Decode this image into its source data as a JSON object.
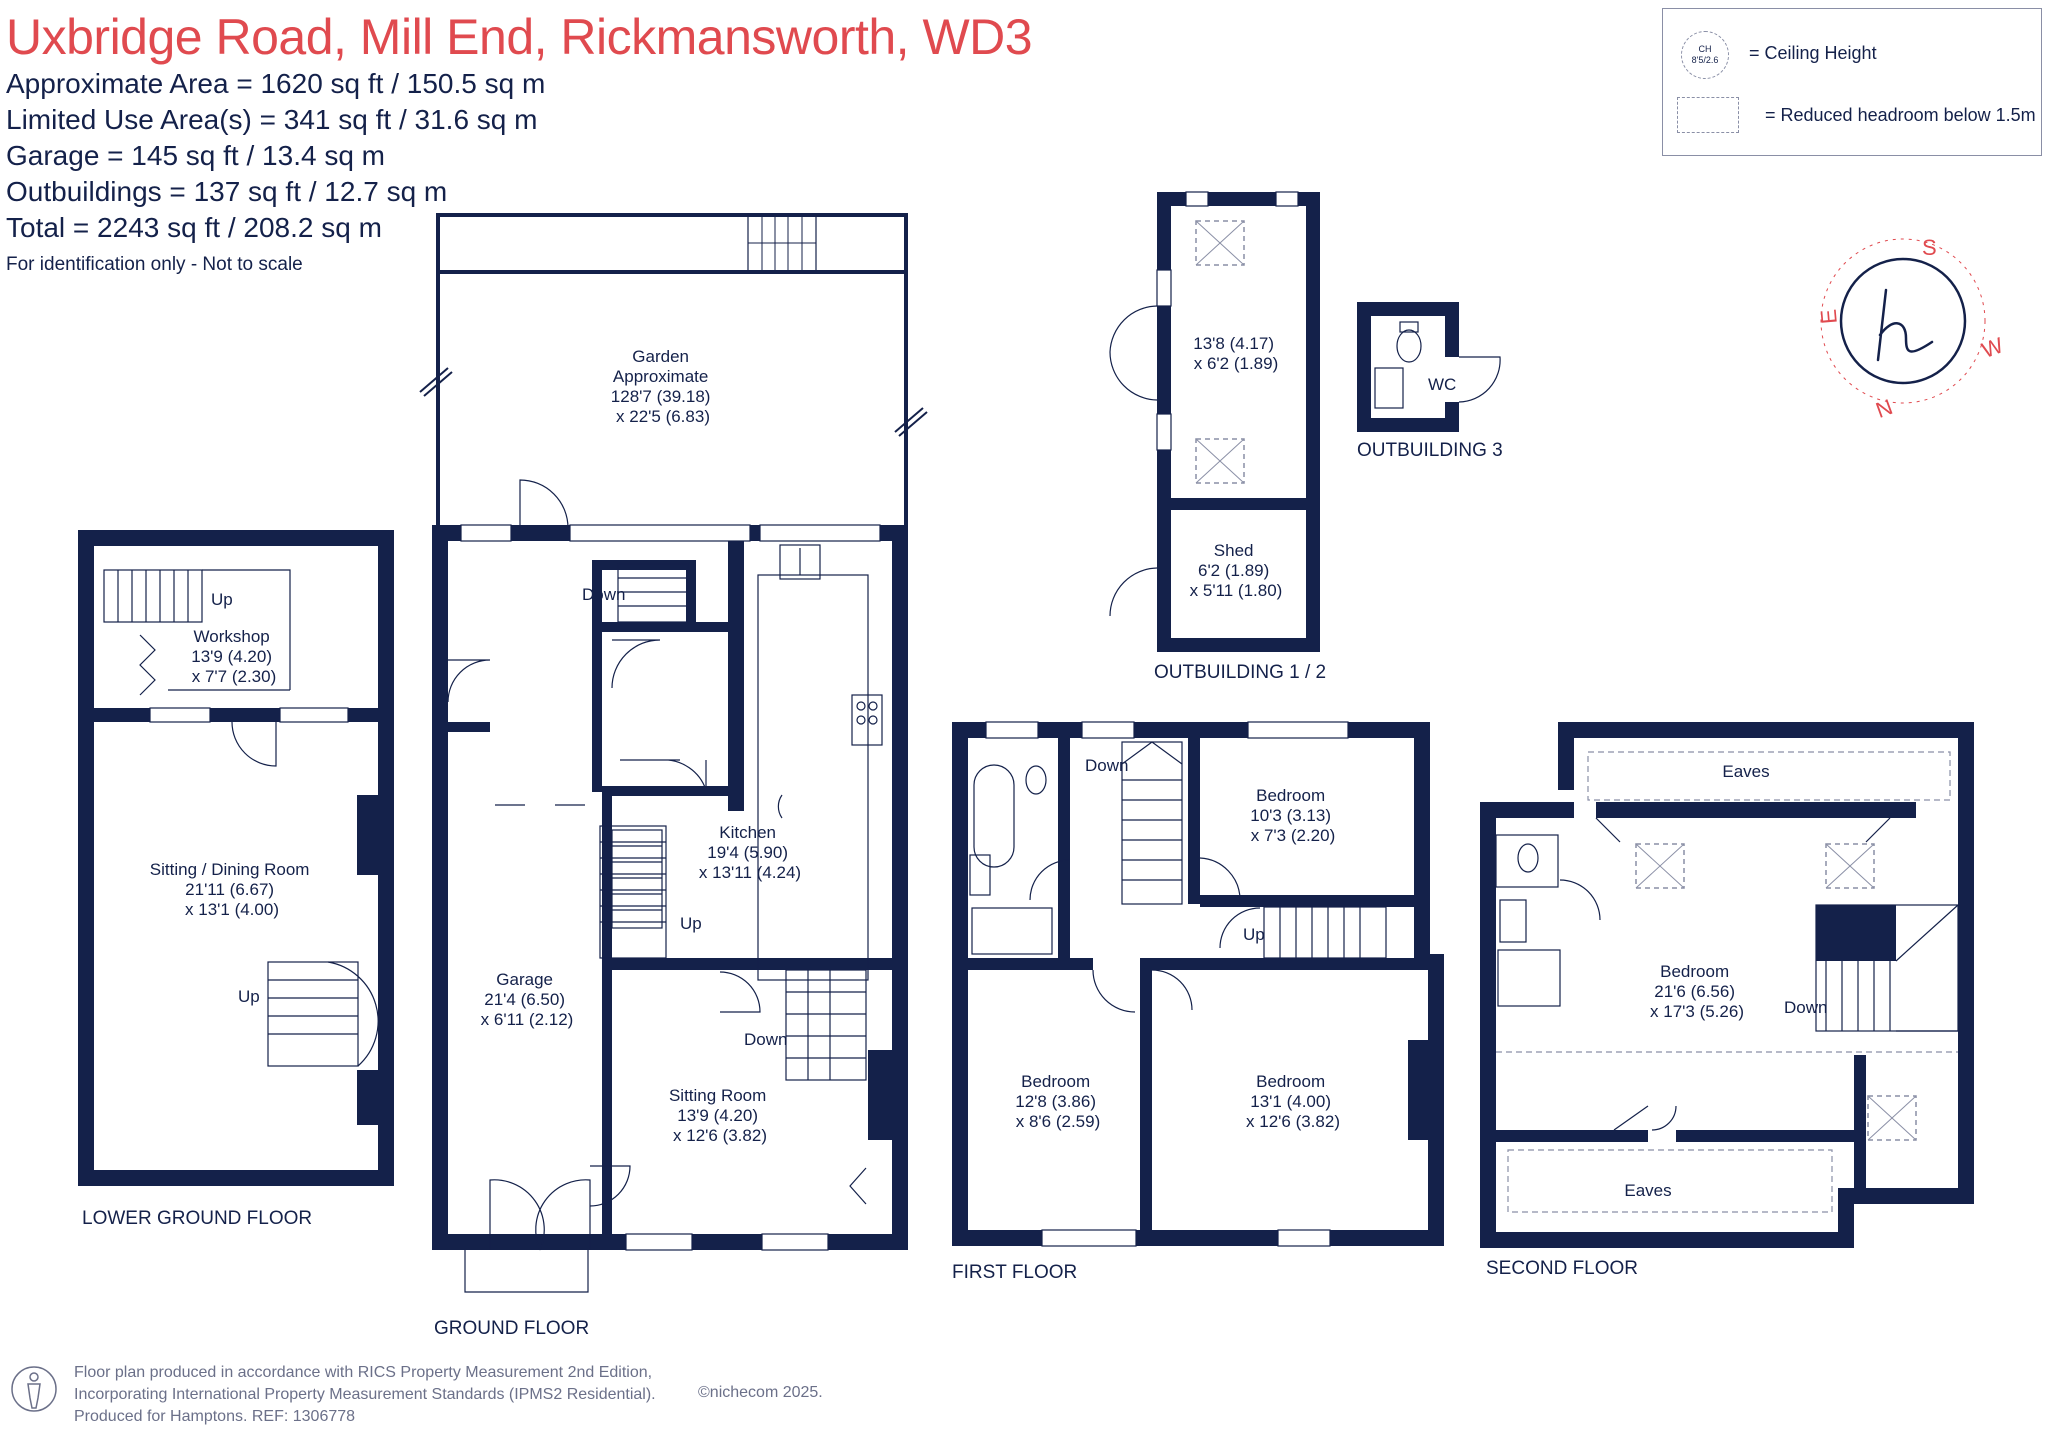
{
  "header": {
    "title": "Uxbridge Road, Mill End, Rickmansworth, WD3",
    "areas": [
      "Approximate Area = 1620 sq ft / 150.5 sq m",
      "Limited Use Area(s) = 341 sq ft / 31.6 sq m",
      "Garage = 145 sq ft / 13.4 sq m",
      "Outbuildings = 137 sq ft / 12.7 sq m",
      "Total = 2243 sq ft / 208.2 sq m"
    ],
    "disclaimer": "For identification only - Not to scale"
  },
  "legend": {
    "ch_symbol_top": "CH",
    "ch_symbol_bottom": "8'5/2.6",
    "ceiling_height": "= Ceiling Height",
    "reduced_headroom": "= Reduced headroom below 1.5m"
  },
  "compass": {
    "s": "S",
    "w": "W",
    "n": "N",
    "e": "E"
  },
  "rooms": {
    "garden": [
      "Garden",
      "Approximate",
      "128'7 (39.18)",
      "x 22'5 (6.83)"
    ],
    "outbuilding_main": [
      "13'8 (4.17)",
      "x 6'2 (1.89)"
    ],
    "shed": [
      "Shed",
      "6'2 (1.89)",
      "x 5'11 (1.80)"
    ],
    "wc": [
      "WC"
    ],
    "workshop": [
      "Workshop",
      "13'9 (4.20)",
      "x 7'7 (2.30)"
    ],
    "sitting_dining": [
      "Sitting / Dining Room",
      "21'11 (6.67)",
      "x 13'1 (4.00)"
    ],
    "kitchen": [
      "Kitchen",
      "19'4 (5.90)",
      "x 13'11 (4.24)"
    ],
    "garage": [
      "Garage",
      "21'4 (6.50)",
      "x 6'11 (2.12)"
    ],
    "sitting_room": [
      "Sitting Room",
      "13'9 (4.20)",
      "x 12'6 (3.82)"
    ],
    "bedroom_ff_small": [
      "Bedroom",
      "10'3 (3.13)",
      "x 7'3 (2.20)"
    ],
    "bedroom_ff_left": [
      "Bedroom",
      "12'8 (3.86)",
      "x 8'6 (2.59)"
    ],
    "bedroom_ff_right": [
      "Bedroom",
      "13'1 (4.00)",
      "x 12'6 (3.82)"
    ],
    "bedroom_sf": [
      "Bedroom",
      "21'6 (6.56)",
      "x 17'3 (5.26)"
    ],
    "eaves_top": [
      "Eaves"
    ],
    "eaves_bottom": [
      "Eaves"
    ]
  },
  "stair_labels": {
    "workshop_up": "Up",
    "lgf_up": "Up",
    "gf_down_hall": "Down",
    "gf_up": "Up",
    "gf_down_sitting": "Down",
    "ff_down": "Down",
    "ff_up": "Up",
    "sf_down": "Down"
  },
  "floor_labels": {
    "lower_ground": "LOWER GROUND FLOOR",
    "ground": "GROUND FLOOR",
    "first": "FIRST FLOOR",
    "second": "SECOND FLOOR",
    "outbuilding_12": "OUTBUILDING 1 / 2",
    "outbuilding_3": "OUTBUILDING 3"
  },
  "footer": {
    "lines": [
      "Floor plan produced in accordance with RICS Property Measurement 2nd Edition,",
      "Incorporating International Property Measurement Standards (IPMS2 Residential).",
      "Produced for Hamptons.  REF:  1306778"
    ],
    "copyright": "©nichecom 2025."
  },
  "colors": {
    "wall": "#14214a",
    "title": "#e04a4f",
    "compass": "#e04a4f",
    "muted": "#6b7089"
  }
}
